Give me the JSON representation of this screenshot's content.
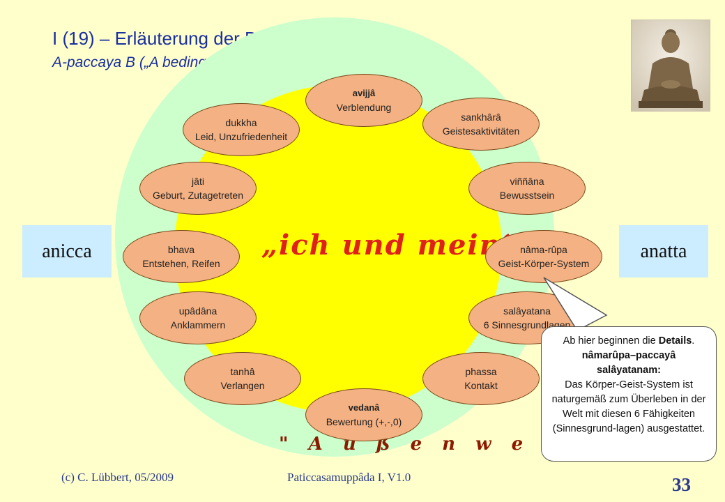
{
  "header": {
    "title": "I (19) – Erläuterung der Bedingtheiten",
    "subtitle": "A-paccaya B („A bedingt B“)"
  },
  "nodes": [
    {
      "term": "avijjâ",
      "meaning": "Verblendung"
    },
    {
      "term": "sankhârâ",
      "meaning": "Geistesaktivitäten"
    },
    {
      "term": "viññâna",
      "meaning": "Bewusstsein"
    },
    {
      "term": "nâma-rûpa",
      "meaning": "Geist-Körper-System"
    },
    {
      "term": "salâyatana",
      "meaning": "6 Sinnesgrundlagen"
    },
    {
      "term": "phassa",
      "meaning": "Kontakt"
    },
    {
      "term": "vedanâ",
      "meaning": "Bewertung (+,-,0)"
    },
    {
      "term": "tanhâ",
      "meaning": "Verlangen"
    },
    {
      "term": "upâdâna",
      "meaning": "Anklammern"
    },
    {
      "term": "bhava",
      "meaning": "Entstehen, Reifen"
    },
    {
      "term": "jâti",
      "meaning": "Geburt, Zutagetreten"
    },
    {
      "term": "dukkha",
      "meaning": "Leid, Unzufriedenheit"
    }
  ],
  "center_text": "„ich und mein“",
  "outer_text": "\" A u ß e n w e l t \"",
  "side_left": "anicca",
  "side_right": "anatta",
  "callout": {
    "line1_prefix": "Ab hier beginnen die ",
    "line1_bold": "Details",
    "line1_suffix": ".",
    "line2_bold": "nâmarûpa–paccayâ salâyatanam:",
    "body": "Das Körper-Geist-System ist naturgemäß zum Überleben in der Welt mit diesen 6 Fähigkeiten (Sinnesgrund-lagen) ausgestattet."
  },
  "footer": {
    "copyright": "(c) C. Lübbert, 05/2009",
    "course": "Paticcasamuppâda I,  V1.0",
    "page_number": "33"
  },
  "colors": {
    "background": "#ffffcc",
    "outer_circle": "#ccffcc",
    "inner_circle": "#ffff00",
    "node_fill": "#f4b183",
    "title": "#1a2fa0",
    "center_text": "#e0201a",
    "side_box": "#ccecff"
  },
  "icons": {
    "photo": "buddha-statue"
  }
}
